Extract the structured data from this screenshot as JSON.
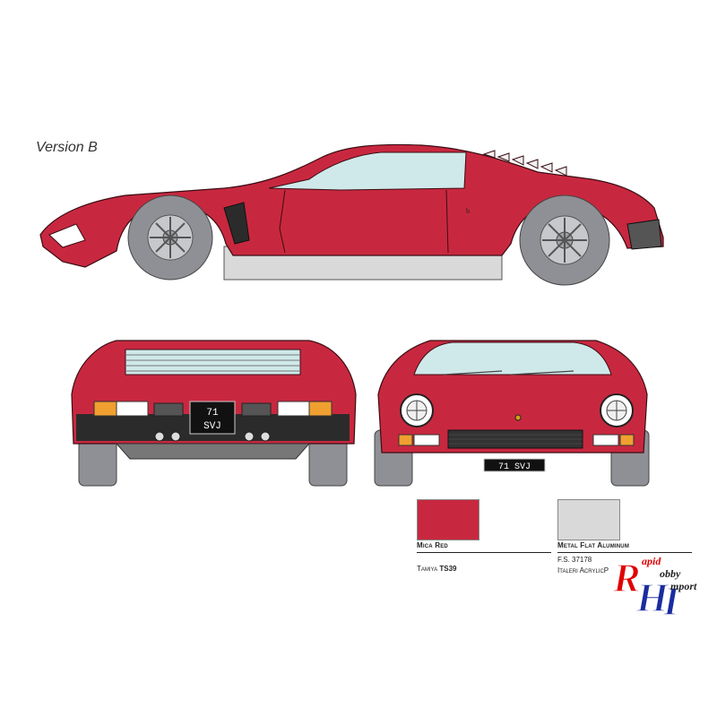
{
  "version_label": "Version B",
  "plates": {
    "rear_line1": "71",
    "rear_line2": "SVJ",
    "front": "71 SVJ"
  },
  "colors": {
    "body_red": "#c8283f",
    "aluminum": "#d9d9d9",
    "glass": "#cfe9ea",
    "tire": "#8f9095",
    "dark_trim": "#2b2b2b"
  },
  "swatches": [
    {
      "name": "Mica Red",
      "brand": "Tamiya",
      "code": "TS39",
      "fs": "",
      "color": "#c8283f"
    },
    {
      "name": "Metal Flat Aluminum",
      "fs": "F.S. 37178",
      "brand": "Italeri AcrylicP",
      "code": "",
      "color": "#d9d9d9"
    }
  ],
  "watermark": {
    "initials": "RH I",
    "words": [
      "apid",
      "obby",
      "mport"
    ]
  }
}
